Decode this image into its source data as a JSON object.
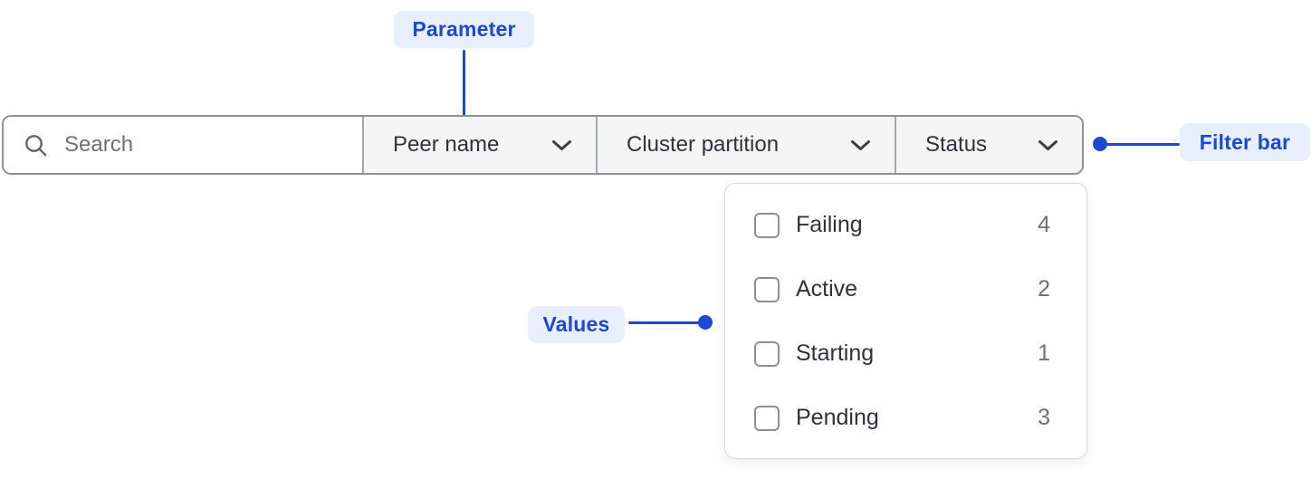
{
  "annotations": {
    "parameter_label": "Parameter",
    "filter_bar_label": "Filter bar",
    "values_label": "Values"
  },
  "filter_bar": {
    "search": {
      "placeholder": "Search",
      "value": ""
    },
    "dropdowns": [
      {
        "label": "Peer name"
      },
      {
        "label": "Cluster partition"
      },
      {
        "label": "Status"
      }
    ]
  },
  "status_dropdown": {
    "options": [
      {
        "label": "Failing",
        "count": "4",
        "checked": false
      },
      {
        "label": "Active",
        "count": "2",
        "checked": false
      },
      {
        "label": "Starting",
        "count": "1",
        "checked": false
      },
      {
        "label": "Pending",
        "count": "3",
        "checked": false
      }
    ]
  },
  "icons": {
    "search": "search-icon",
    "chevron": "chevron-down-icon"
  },
  "colors": {
    "annotation_blue": "#1d49cf",
    "annotation_badge_bg": "#e8effc",
    "bar_border": "#8e929b",
    "segment_bg": "#f5f5f6",
    "segment_divider": "#a4a7ae",
    "text_dark": "#2e333b",
    "text_gray": "#6b717c",
    "panel_border": "#d6d8dd",
    "checkbox_border": "#8a909a",
    "background": "#ffffff"
  }
}
